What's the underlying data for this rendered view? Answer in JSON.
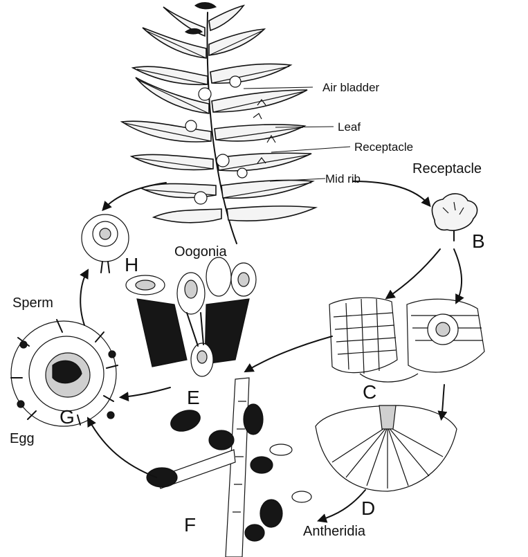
{
  "labels": {
    "air_bladder": "Air bladder",
    "leaf": "Leaf",
    "receptacle_top": "Receptacle",
    "mid_rib": "Mid rib",
    "receptacle_b": "Receptacle",
    "oogonia": "Oogonia",
    "sperm": "Sperm",
    "egg": "Egg",
    "antheridia": "Antheridia"
  },
  "stage_letters": {
    "b": "B",
    "c": "C",
    "d": "D",
    "e": "E",
    "f": "F",
    "g": "G",
    "h": "H"
  }
}
